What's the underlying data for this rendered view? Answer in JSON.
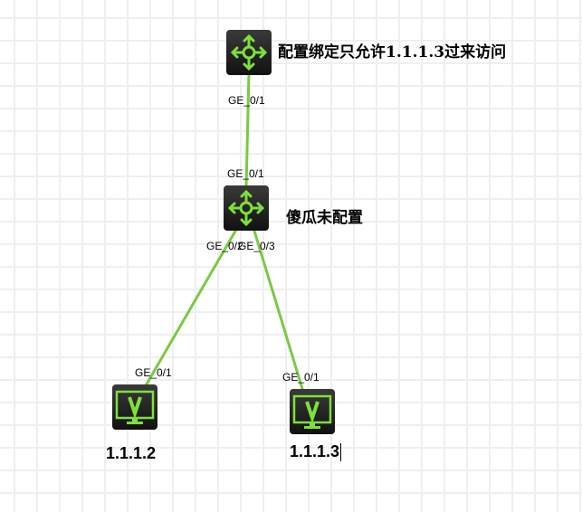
{
  "devices": [
    {
      "type": "router",
      "label": "配置绑定只允许1.1.1.3过来访问"
    },
    {
      "type": "router",
      "label": "傻瓜未配置"
    },
    {
      "type": "pc",
      "label": "1.1.1.2"
    },
    {
      "type": "pc",
      "label": "1.1.1.3"
    }
  ],
  "ports": {
    "r1_p1": "GE_0/1",
    "r2_p1": "GE_0/1",
    "r2_p2": "GE_0/2",
    "r2_p3": "GE_0/3",
    "pc1_p1": "GE_0/1",
    "pc2_p1": "GE_0/1"
  },
  "colors": {
    "link": "#7ac943",
    "icon": "#7ee03a"
  }
}
